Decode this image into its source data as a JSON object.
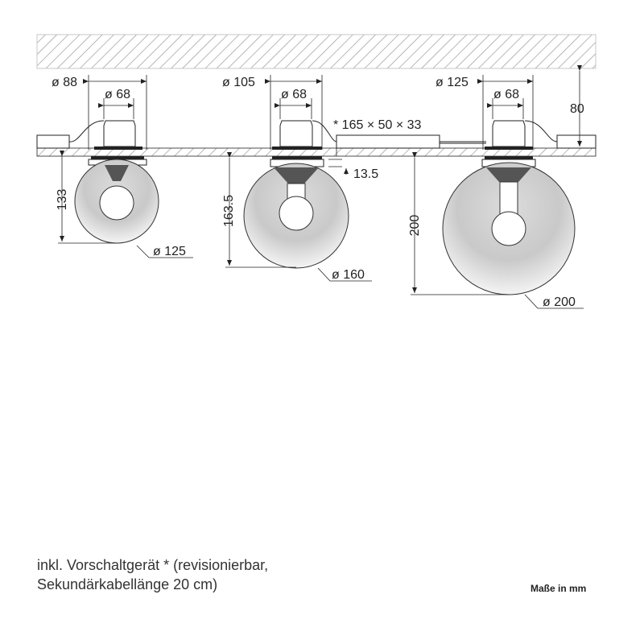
{
  "lamps": [
    {
      "mount_diameter": "ø 88",
      "module_diameter": "ø 68",
      "height": "133",
      "globe_diameter": "ø 125"
    },
    {
      "mount_diameter": "ø 105",
      "module_diameter": "ø 68",
      "height": "163.5",
      "globe_diameter": "ø 160",
      "canopy_depth": "13.5"
    },
    {
      "mount_diameter": "ø 125",
      "module_diameter": "ø 68",
      "height": "200",
      "globe_diameter": "ø 200",
      "recess_depth": "80"
    }
  ],
  "driver": {
    "size": "* 165 × 50 × 33"
  },
  "note": {
    "line1": "inkl. Vorschaltgerät * (revisionierbar,",
    "line2": "Sekundärkabellänge 20 cm)"
  },
  "units": "Maße in mm"
}
